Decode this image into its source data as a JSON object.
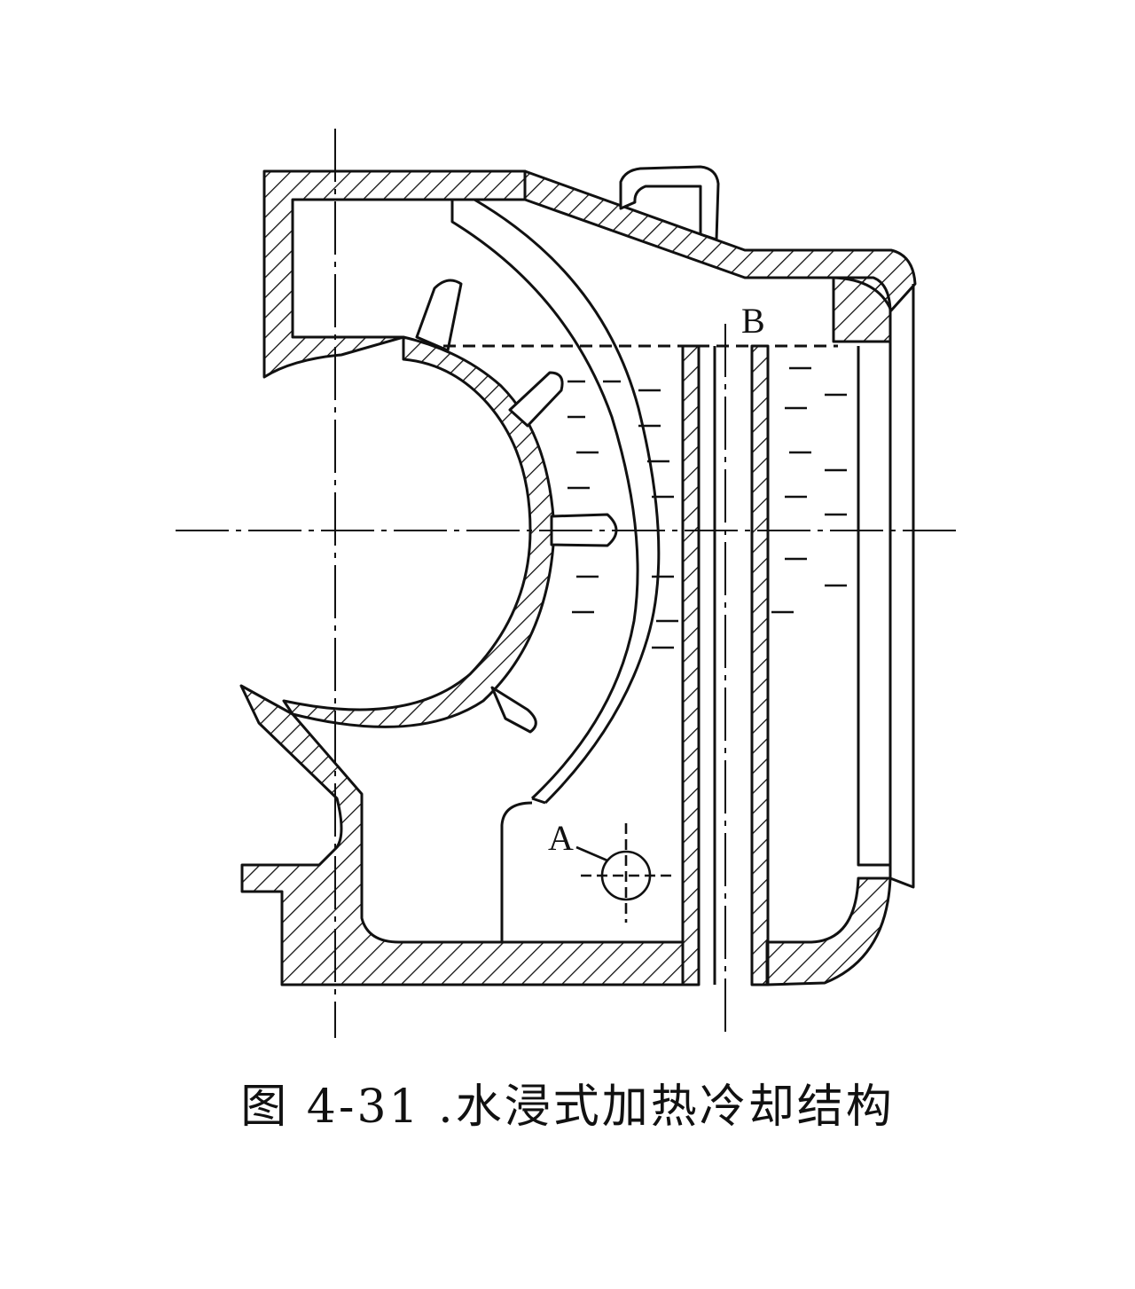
{
  "labels": {
    "a": "A",
    "b": "B"
  },
  "caption": "图 4-31 .水浸式加热冷却结构",
  "colors": {
    "ink": "#111111",
    "paper": "#ffffff"
  }
}
